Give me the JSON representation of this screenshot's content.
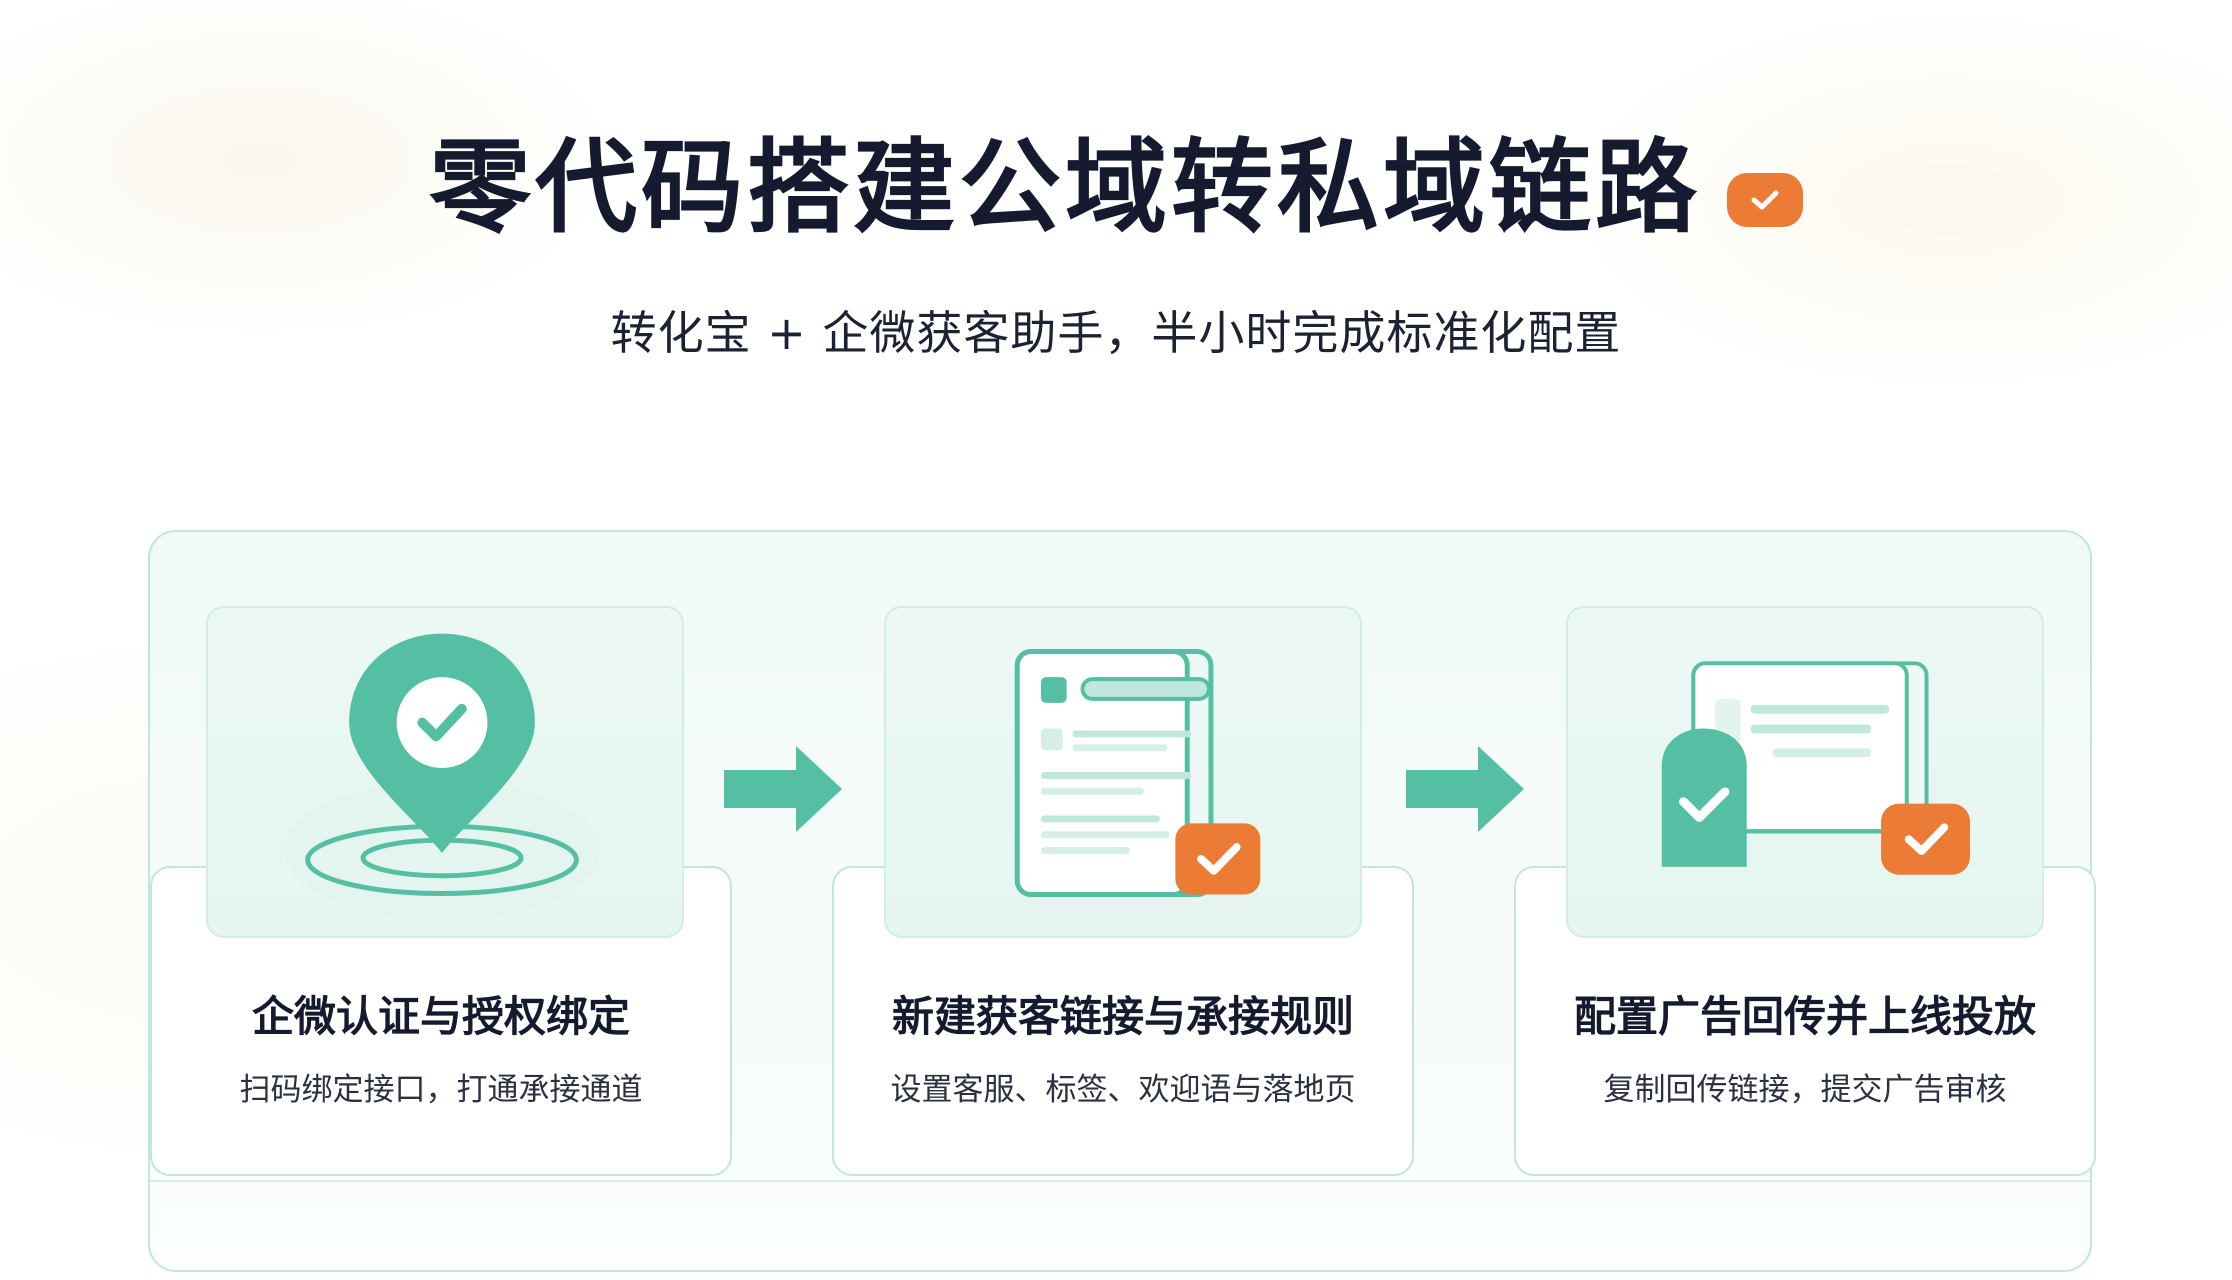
{
  "header": {
    "title": "零代码搭建公域转私域链路",
    "subtitle": "转化宝 + 企微获客助手，半小时完成标准化配置"
  },
  "steps": [
    {
      "icon": "location-pin-check-icon",
      "title": "企微认证与授权绑定",
      "description": "扫码绑定接口，打通承接通道"
    },
    {
      "icon": "document-check-icon",
      "title": "新建获客链接与承接规则",
      "description": "设置客服、标签、欢迎语与落地页"
    },
    {
      "icon": "window-connect-check-icon",
      "title": "配置广告回传并上线投放",
      "description": "复制回传链接，提交广告审核"
    }
  ],
  "colors": {
    "accent_green": "#55bfa3",
    "accent_orange": "#ec7b36",
    "title_text": "#151a2e",
    "panel_border": "#bfe7dc"
  }
}
